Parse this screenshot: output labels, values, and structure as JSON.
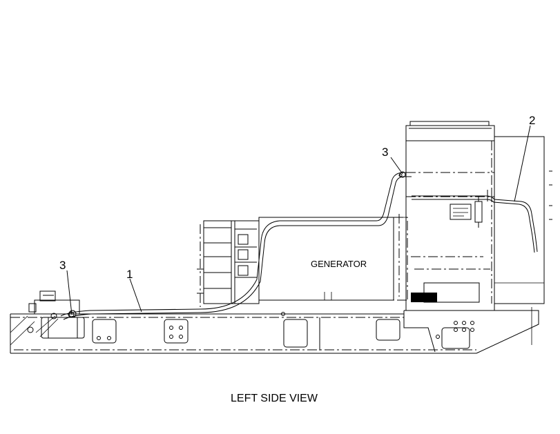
{
  "diagram": {
    "callouts": [
      "1",
      "2",
      "3",
      "3"
    ],
    "generator_label": "GENERATOR",
    "view_caption": "LEFT SIDE VIEW"
  }
}
